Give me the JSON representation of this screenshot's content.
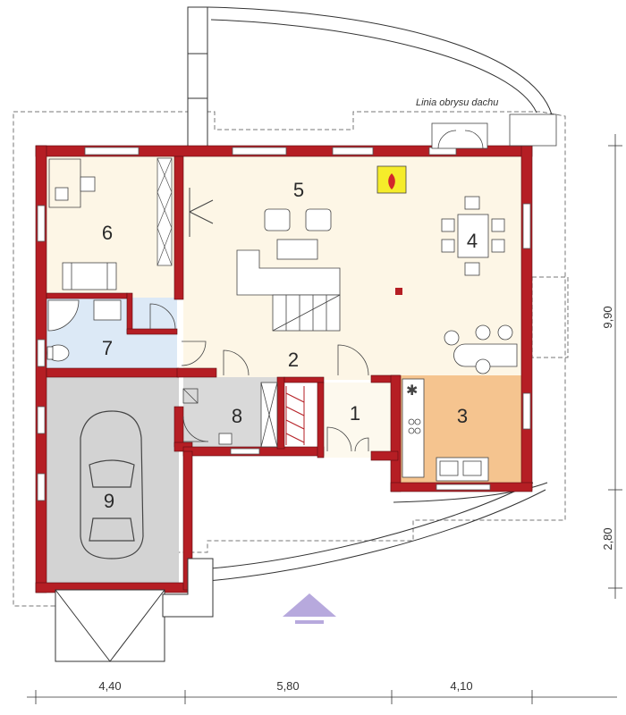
{
  "roof_label": "Linia obrysu dachu",
  "rooms": [
    {
      "num": "1",
      "color": "#fdf9ee"
    },
    {
      "num": "2",
      "color": "#fdf6e6"
    },
    {
      "num": "3",
      "color": "#f5c48f"
    },
    {
      "num": "4",
      "color": "#fdf6e6"
    },
    {
      "num": "5",
      "color": "#fdf6e6"
    },
    {
      "num": "6",
      "color": "#fdf6e6"
    },
    {
      "num": "7",
      "color": "#dce9f6"
    },
    {
      "num": "8",
      "color": "#d9d9d9"
    },
    {
      "num": "9",
      "color": "#d3d3d3"
    }
  ],
  "dimensions": {
    "bottom": [
      "4,40",
      "5,80",
      "4,10"
    ],
    "right": [
      "9,90",
      "2,80"
    ]
  },
  "colors": {
    "wall": "#b51e24",
    "window": "#ffffff",
    "fireplace": "#f5ec2a",
    "entrance_arrow": "#b7a9dd"
  }
}
